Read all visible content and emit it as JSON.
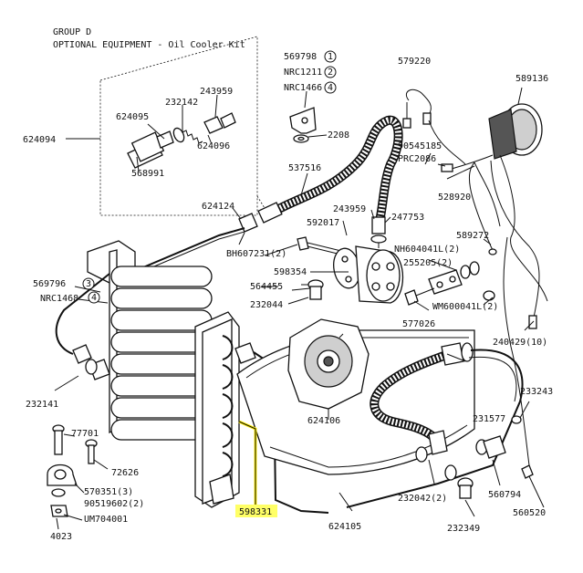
{
  "header": {
    "group": "GROUP D",
    "title": "OPTIONAL EQUIPMENT - Oil Cooler Kit"
  },
  "highlight": {
    "part": "598331",
    "color": "#ffff66"
  },
  "labels": {
    "p569798": "569798",
    "pNRC1211": "NRC1211",
    "pNRC1466": "NRC1466",
    "n1": "1",
    "n2": "2",
    "n4": "4",
    "p579220": "579220",
    "p589136": "589136",
    "p243959a": "243959",
    "p232142": "232142",
    "p624095": "624095",
    "p624096": "624096",
    "p568991": "568991",
    "p624094": "624094",
    "p2208": "2208",
    "p90545185": "90545185",
    "pPRC2086": "PRC2086",
    "p528920": "528920",
    "p537516": "537516",
    "p624124": "624124",
    "p243959b": "243959",
    "p247753": "247753",
    "p592017": "592017",
    "pBH607231": "BH607231(2)",
    "p589272": "589272",
    "pNH604041L": "NH604041L(2)",
    "p598354": "598354",
    "p255205": "255205(2)",
    "p569796": "569796",
    "n3": "3",
    "n4b": "4",
    "pNRC1468": "NRC1468",
    "p564455": "564455",
    "p232044": "232044",
    "pWM600041L": "WM600041L(2)",
    "p577026": "577026",
    "p240429": "240429(10)",
    "p232141": "232141",
    "p624106": "624106",
    "p233243": "233243",
    "p231577": "231577",
    "p77701": "77701",
    "p72626": "72626",
    "p570351": "570351(3)",
    "p90519602": "90519602(2)",
    "pUM704001": "UM704001",
    "p4023": "4023",
    "p598331": "598331",
    "p232042": "232042(2)",
    "p560794": "560794",
    "p624105": "624105",
    "p232349": "232349",
    "p560520": "560520"
  }
}
